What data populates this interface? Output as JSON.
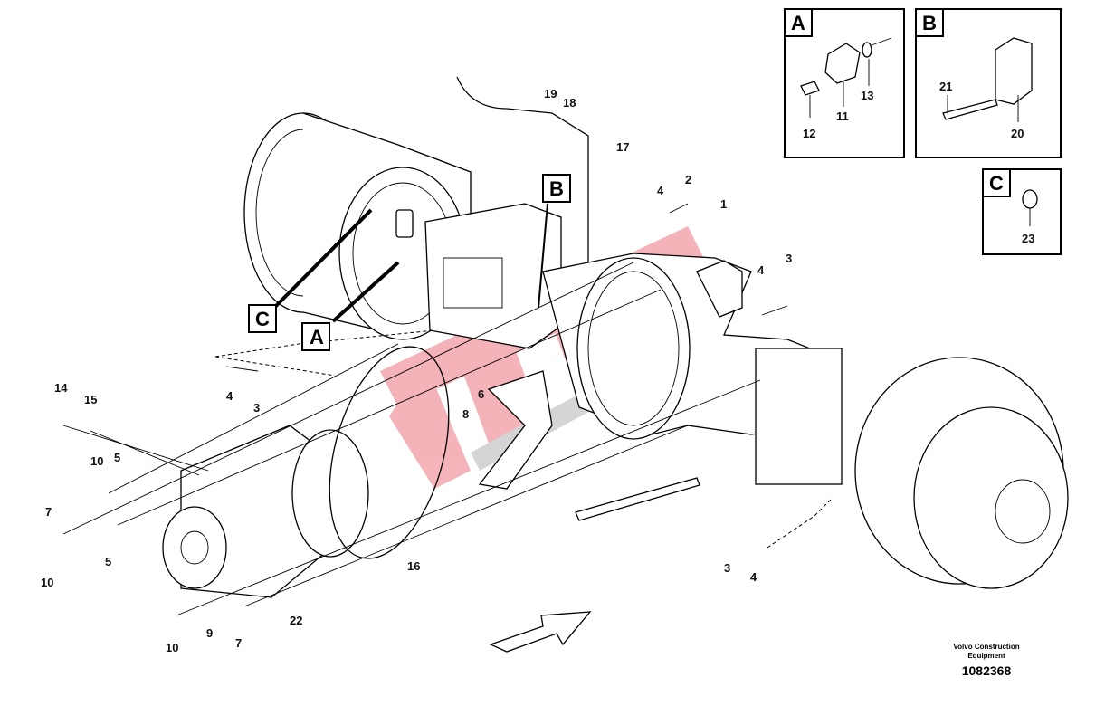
{
  "callouts": {
    "A": "A",
    "B": "B",
    "C": "C"
  },
  "detail_boxes": [
    {
      "label": "A",
      "parts": [
        "13",
        "12",
        "11"
      ]
    },
    {
      "label": "B",
      "parts": [
        "21",
        "20"
      ]
    },
    {
      "label": "C",
      "parts": [
        "23"
      ]
    }
  ],
  "part_numbers": {
    "p1": "1",
    "p2": "2",
    "p3a": "3",
    "p3b": "3",
    "p3c": "3",
    "p4a": "4",
    "p4b": "4",
    "p4c": "4",
    "p4d": "4",
    "p5a": "5",
    "p5b": "5",
    "p6": "6",
    "p7a": "7",
    "p7b": "7",
    "p8": "8",
    "p9": "9",
    "p10a": "10",
    "p10b": "10",
    "p10c": "10",
    "p14": "14",
    "p15": "15",
    "p16": "16",
    "p17": "17",
    "p18": "18",
    "p19": "19",
    "p22": "22"
  },
  "footer": {
    "company_line1": "Volvo Construction",
    "company_line2": "Equipment",
    "drawing_number": "1082368"
  }
}
